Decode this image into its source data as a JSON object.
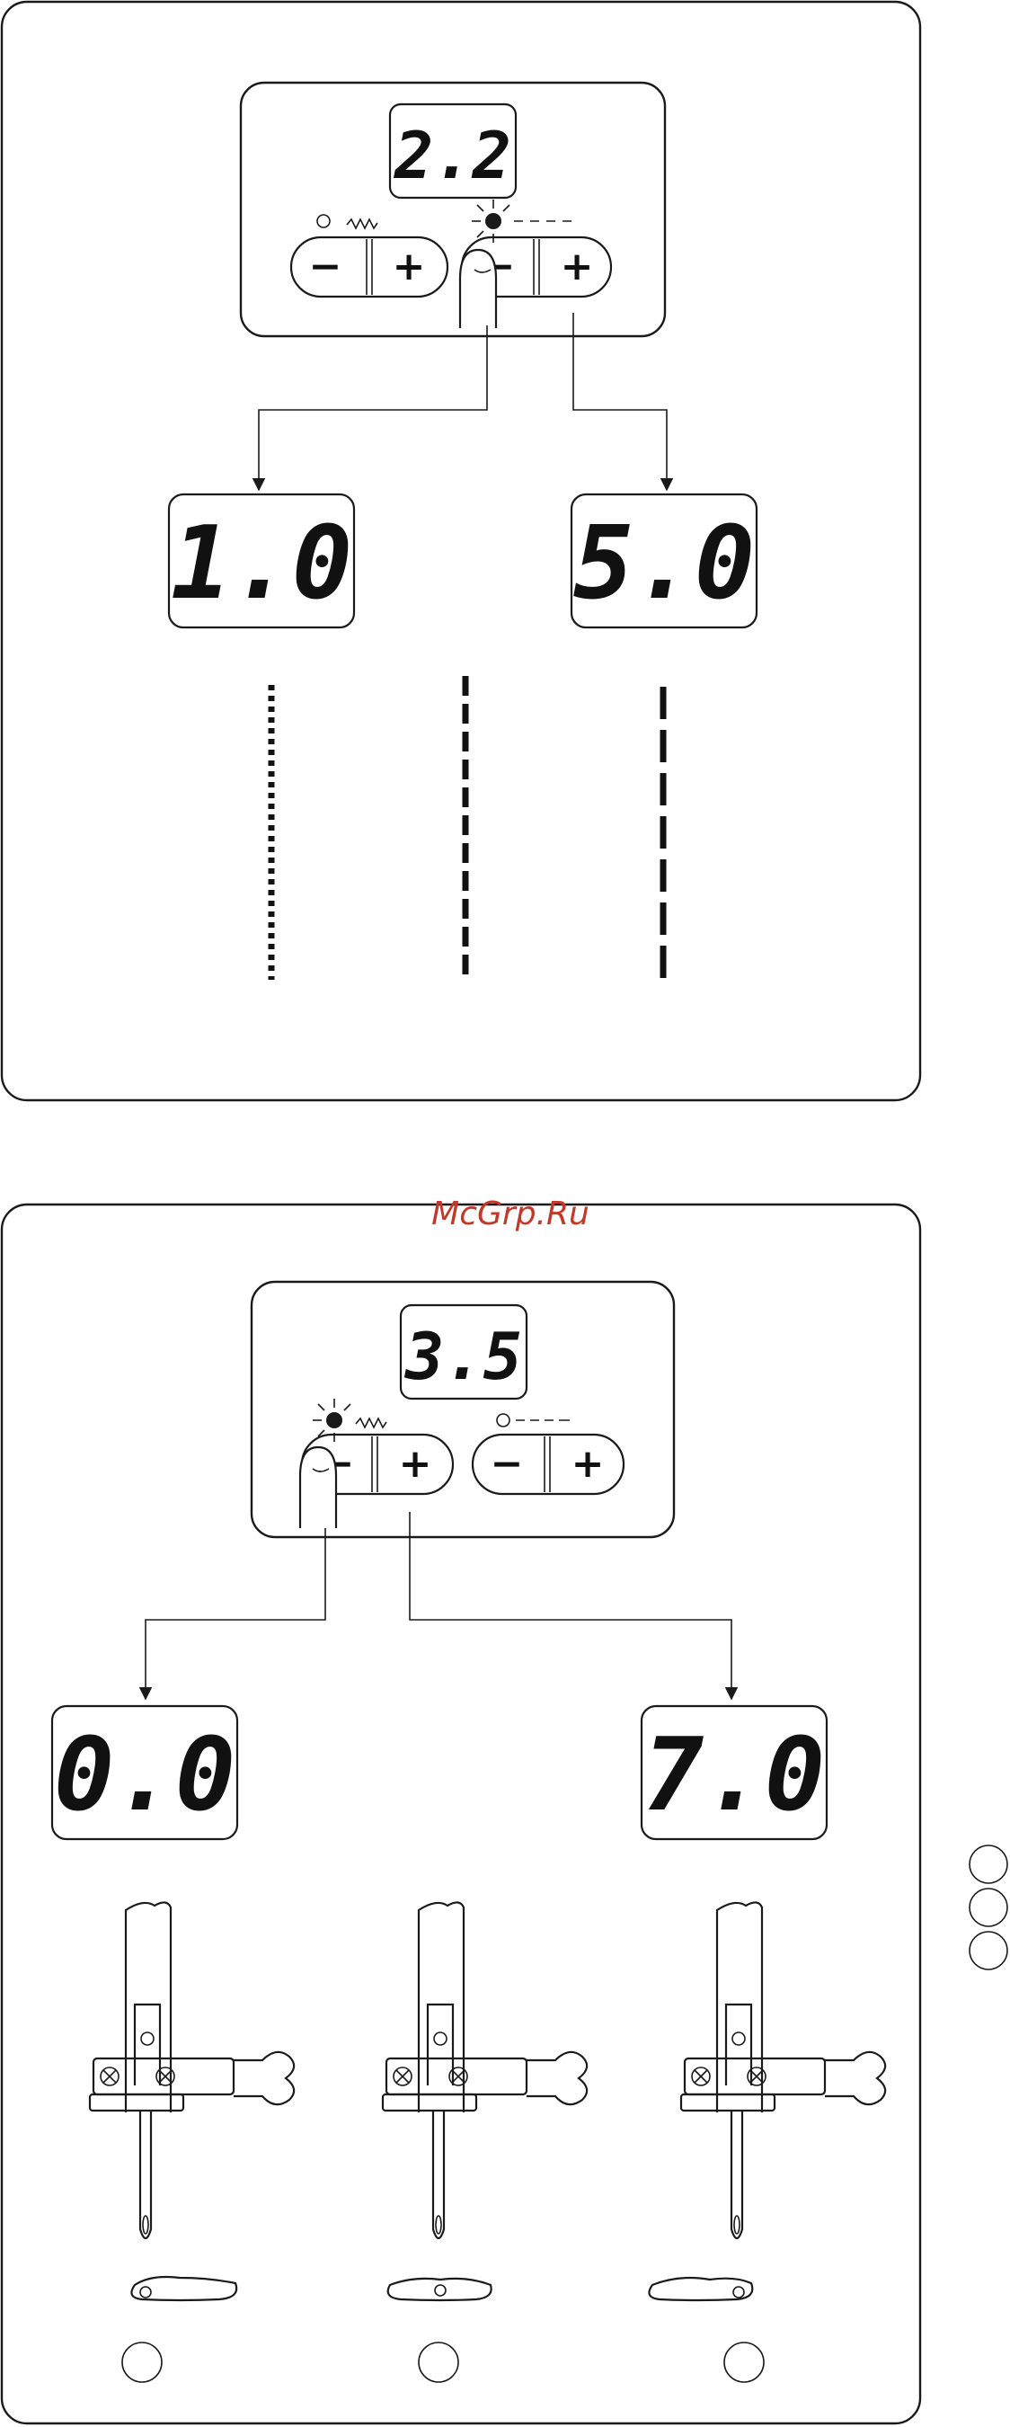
{
  "watermark": "McGrp.Ru",
  "panel_top": {
    "display_value": "2.2",
    "active_control": "stitch-length",
    "min_value": "1.0",
    "max_value": "5.0",
    "stitch_samples": [
      "short",
      "default",
      "long"
    ]
  },
  "panel_bottom": {
    "display_value": "3.5",
    "active_control": "stitch-width",
    "min_value": "0.0",
    "max_value": "7.0",
    "needle_positions": [
      "left",
      "center",
      "right"
    ]
  },
  "buttons": {
    "minus": "−",
    "plus": "+"
  },
  "colors": {
    "line": "#1a1a1a",
    "watermark": "#c0392b",
    "background": "#ffffff"
  }
}
